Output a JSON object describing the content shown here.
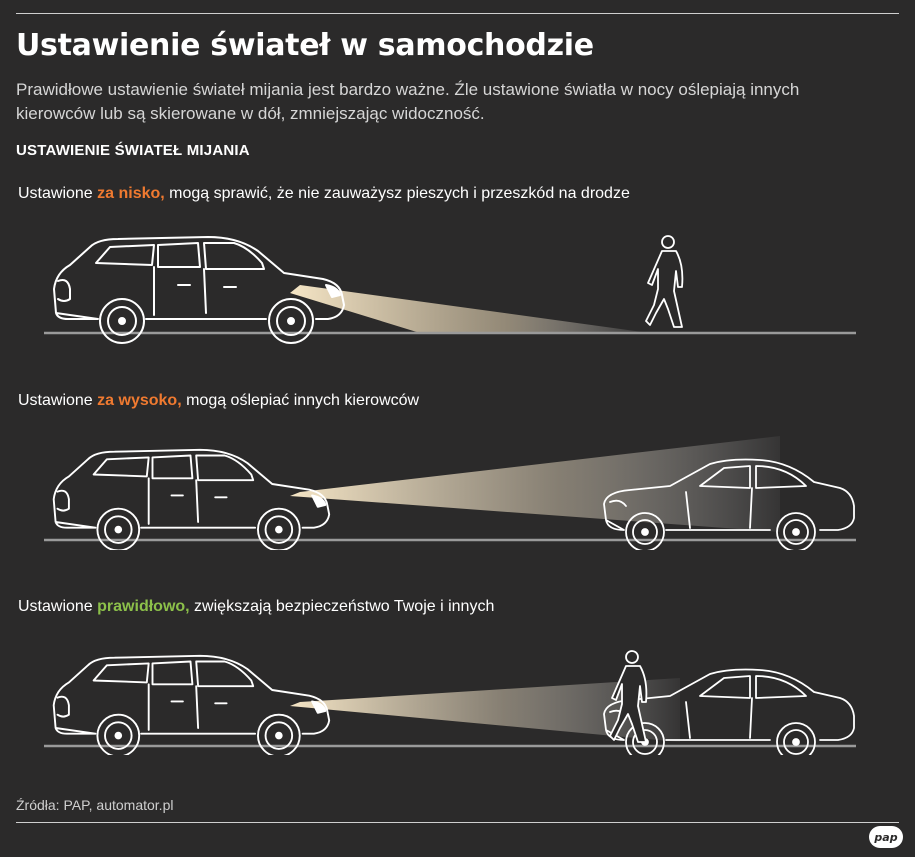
{
  "title": "Ustawienie świateł w samochodzie",
  "intro": "Prawidłowe ustawienie świateł mijania jest bardzo ważne. Źle ustawione światła w nocy oślepiają innych kierowców lub są skierowane w dół, zmniejszając widoczność.",
  "subheading": "USTAWIENIE ŚWIATEŁ MIJANIA",
  "panels": [
    {
      "prefix": "Ustawione ",
      "highlight": "za nisko,",
      "suffix": " mogą sprawić, że nie zauważysz pieszych i przeszkód na drodze",
      "highlight_color": "#f07a30"
    },
    {
      "prefix": "Ustawione ",
      "highlight": "za wysoko,",
      "suffix": " mogą oślepiać innych kierowców",
      "highlight_color": "#f07a30"
    },
    {
      "prefix": "Ustawione ",
      "highlight": "prawidłowo,",
      "suffix": " zwiększają bezpieczeństwo Twoje i innych",
      "highlight_color": "#8cc04a"
    }
  ],
  "source": "Źródła: PAP, automator.pl",
  "logo": "pap",
  "colors": {
    "background": "#2b2a2a",
    "beam": "#f3e3c2",
    "line_art": "#ffffff"
  }
}
